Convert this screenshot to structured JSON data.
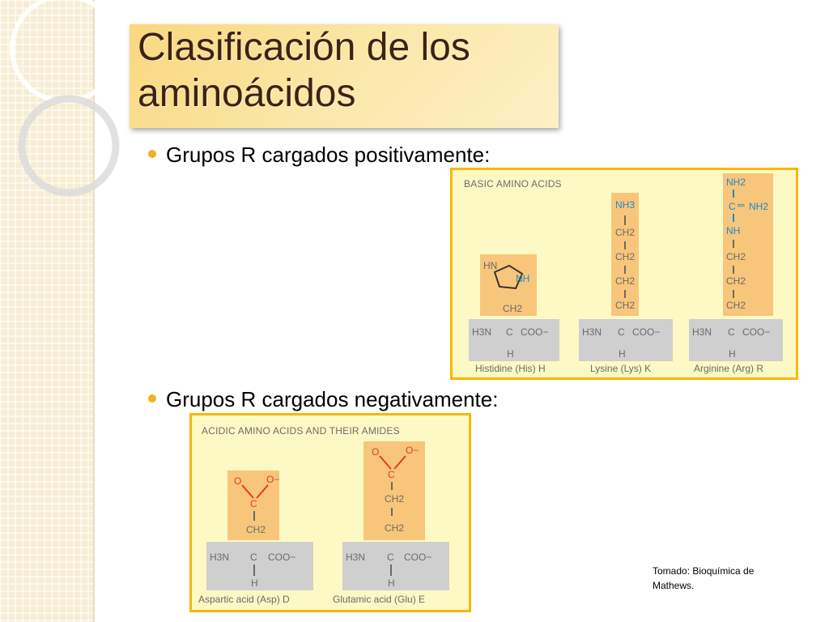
{
  "slide": {
    "title": "Clasificación de los aminoácidos",
    "bullets": [
      {
        "text": "Grupos R cargados positivamente:"
      },
      {
        "text": "Grupos R cargados negativamente:"
      }
    ],
    "credit": "Tomado: Bioquímica de Mathews."
  },
  "basic_panel": {
    "heading": "BASIC AMINO ACIDS",
    "backbone": {
      "h3n": "H3N",
      "c": "C",
      "coo": "COO−",
      "h": "H"
    },
    "amino_acids": [
      {
        "name": "Histidine (His) H"
      },
      {
        "name": "Lysine (Lys) K"
      },
      {
        "name": "Arginine (Arg) R"
      }
    ],
    "groups": {
      "ch2": "CH2",
      "nh3": "NH3",
      "nh2": "NH2",
      "nh": "NH",
      "hn": "HN",
      "c": "C"
    }
  },
  "acidic_panel": {
    "heading": "ACIDIC AMINO ACIDS AND THEIR AMIDES",
    "backbone": {
      "h3n": "H3N",
      "c": "C",
      "coo": "COO−",
      "h": "H"
    },
    "amino_acids": [
      {
        "name": "Aspartic acid (Asp) D"
      },
      {
        "name": "Glutamic acid (Glu) E"
      }
    ],
    "groups": {
      "o": "O",
      "o_minus": "O−",
      "c": "C",
      "ch2": "CH2"
    }
  },
  "colors": {
    "panel_bg": "#fdf9c4",
    "panel_border": "#f7b800",
    "r_group": "#f8c67a",
    "backbone": "#cfcfcf",
    "basic_atoms": "#1d8bc7",
    "acidic_atoms": "#e23b2a",
    "bullet": "#f2b31b",
    "title_text": "#3d2311"
  }
}
